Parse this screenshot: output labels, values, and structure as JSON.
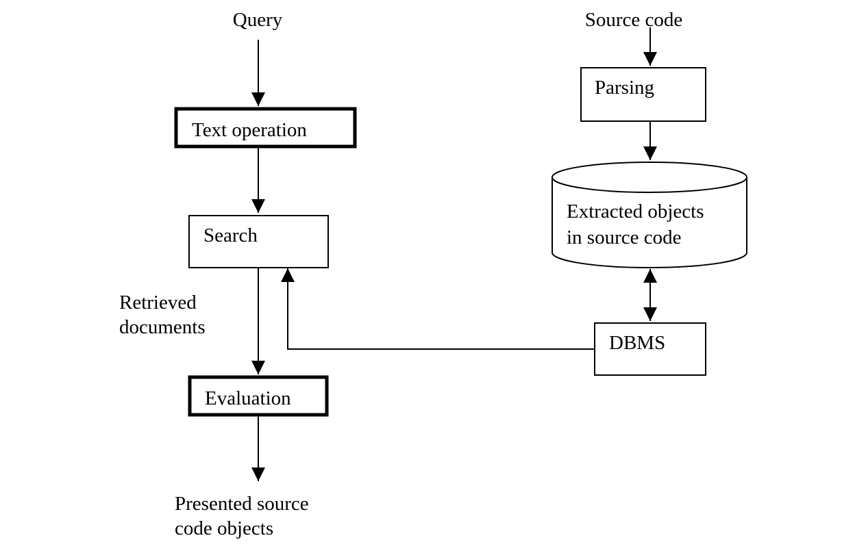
{
  "labels": {
    "query": "Query",
    "source_code": "Source code",
    "retrieved_line1": "Retrieved",
    "retrieved_line2": "documents",
    "presented_line1": "Presented source",
    "presented_line2": "code objects"
  },
  "boxes": {
    "text_operation": "Text operation",
    "search": "Search",
    "evaluation": "Evaluation",
    "parsing": "Parsing",
    "dbms": "DBMS"
  },
  "database": {
    "line1": "Extracted objects",
    "line2": "in source code"
  },
  "colors": {
    "stroke": "#000000",
    "background": "#ffffff"
  }
}
